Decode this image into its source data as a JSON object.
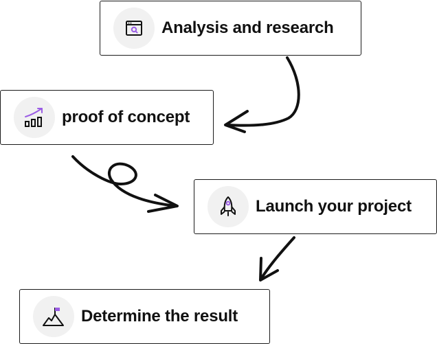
{
  "steps": [
    {
      "label": "Analysis and research",
      "icon": "browser-search-icon"
    },
    {
      "label": "proof of concept",
      "icon": "growth-chart-icon"
    },
    {
      "label": "Launch your project",
      "icon": "rocket-icon"
    },
    {
      "label": "Determine the result",
      "icon": "mountain-flag-icon"
    }
  ],
  "colors": {
    "text": "#111111",
    "border": "#1a1a1a",
    "icon_background": "#f1f1f1",
    "accent": "#9b5de5",
    "arrow": "#111111"
  }
}
